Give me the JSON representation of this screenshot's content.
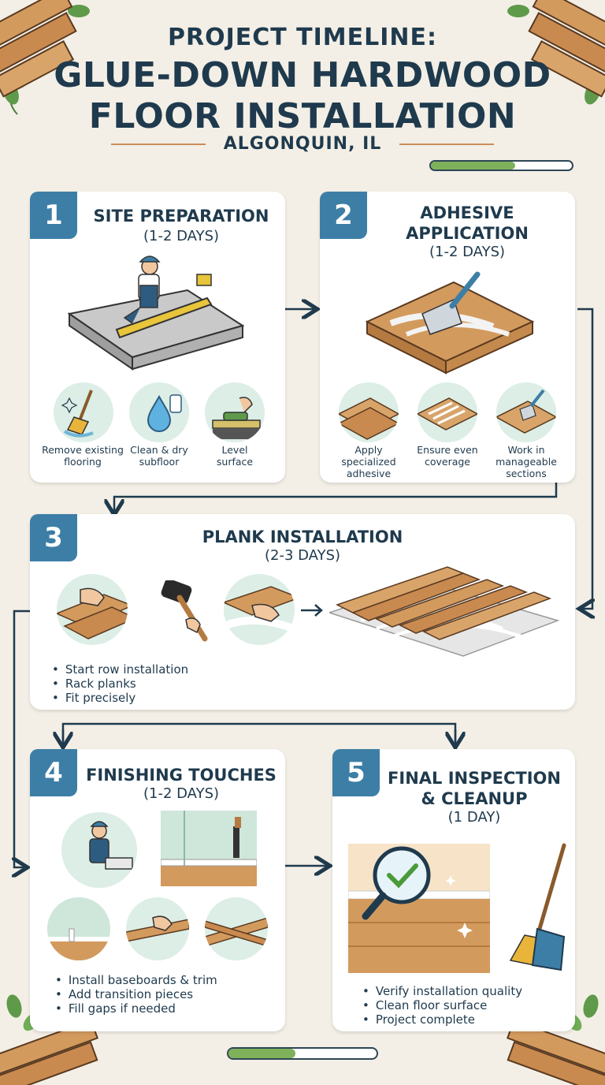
{
  "header": {
    "line1": "PROJECT TIMELINE:",
    "line2": "GLUE-DOWN HARDWOOD",
    "line3": "FLOOR INSTALLATION",
    "location": "ALGONQUIN, IL"
  },
  "progress_top": 0.6,
  "progress_bottom": 0.45,
  "steps": [
    {
      "number": "1",
      "title": "SITE PREPARATION",
      "duration": "(1-2 DAYS)",
      "tasks": [
        "Remove existing flooring",
        "Clean & dry subfloor",
        "Level surface"
      ]
    },
    {
      "number": "2",
      "title_line1": "ADHESIVE",
      "title_line2": "APPLICATION",
      "duration": "(1-2 DAYS)",
      "tasks": [
        "Apply specialized adhesive",
        "Ensure even coverage",
        "Work in manageable sections"
      ]
    },
    {
      "number": "3",
      "title": "PLANK INSTALLATION",
      "duration": "(2-3 DAYS)",
      "bullets": [
        "Start row installation",
        "Rack planks",
        "Fit precisely"
      ]
    },
    {
      "number": "4",
      "title": "FINISHING TOUCHES",
      "duration": "(1-2 DAYS)",
      "bullets": [
        "Install baseboards & trim",
        "Add transition pieces",
        "Fill gaps if needed"
      ]
    },
    {
      "number": "5",
      "title_line1": "FINAL INSPECTION",
      "title_line2": "& CLEANUP",
      "duration": "(1 DAY)",
      "bullets": [
        "Verify installation quality",
        "Clean floor surface",
        "Project complete"
      ]
    }
  ],
  "colors": {
    "background": "#f3efe6",
    "navy": "#1f3a4d",
    "badge_blue": "#3d7ea6",
    "progress_green": "#7fb05a",
    "wood": "#d39a5e",
    "leaf": "#5f9a4a"
  }
}
